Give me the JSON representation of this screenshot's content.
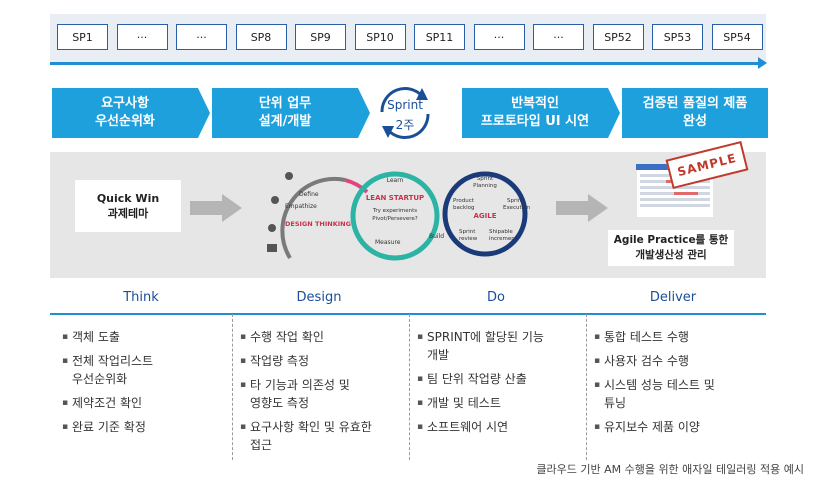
{
  "sprints": [
    "SP1",
    "···",
    "···",
    "SP8",
    "SP9",
    "SP10",
    "SP11",
    "···",
    "···",
    "SP52",
    "SP53",
    "SP54"
  ],
  "headers": [
    {
      "text": "요구사항\n우선순위화"
    },
    {
      "text": "단위 업무\n설계/개발"
    },
    {
      "text": "반복적인\n프로토타입 UI 시연"
    },
    {
      "text": "검증된 품질의 제품\n완성"
    }
  ],
  "sprint_cycle": {
    "label": "Sprint",
    "duration": "2주"
  },
  "quick_win": "Quick Win\n과제테마",
  "design_thinking": {
    "title": "DESIGN THINKING",
    "steps": [
      "Define",
      "Empathize"
    ]
  },
  "lean_startup": {
    "title": "LEAN STARTUP",
    "subtitle": "Try experiments\nPivot/Persevere?",
    "learn": "Learn",
    "measure": "Measure",
    "build": "Build"
  },
  "agile": {
    "title": "AGILE",
    "items": [
      "Sprint Planning",
      "Product backlog",
      "Sprint Execution",
      "Sprint review",
      "Shipable increment"
    ]
  },
  "agile_practice": "Agile Practice를 통한\n개발생산성 관리",
  "sample_stamp": "SAMPLE",
  "phases": [
    "Think",
    "Design",
    "Do",
    "Deliver"
  ],
  "columns": [
    [
      "객체 도출",
      "전체 작업리스트\n우선순위화",
      "제약조건 확인",
      "완료 기준 확정"
    ],
    [
      "수행 작업 확인",
      "작업량 측정",
      "타 기능과 의존성 및\n영향도 측정",
      "요구사항 확인 및 유효한\n접근"
    ],
    [
      "SPRINT에 할당된 기능\n개발",
      "팀 단위 작업량 산출",
      "개발 및 테스트",
      "소프트웨어 시연"
    ],
    [
      "통합 테스트 수행",
      "사용자 검수 수행",
      "시스템 성능 테스트 및\n튜닝",
      "유지보수 제품 이양"
    ]
  ],
  "caption": "클라우드 기반 AM 수행을 위한 애자일 테일러링 적용 예시",
  "colors": {
    "accent_blue": "#1ea0dd",
    "dark_blue": "#1a4e97",
    "teal": "#2bb3a3",
    "stamp_red": "#c0392b"
  }
}
